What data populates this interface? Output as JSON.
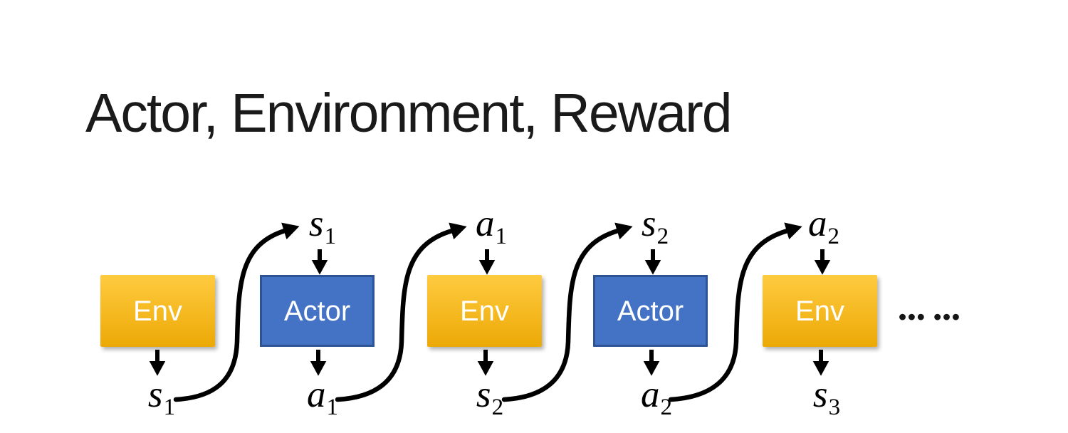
{
  "title": "Actor, Environment, Reward",
  "colors": {
    "env_top": "#FFCB40",
    "env_bottom": "#ECA906",
    "actor_fill": "#4472C4",
    "actor_border": "#2E5394",
    "arrow": "#000000",
    "box_text": "#FFFFFF",
    "title_color": "#1A1A1A",
    "label_color": "#000000"
  },
  "nodes": [
    {
      "label": "Env"
    },
    {
      "label": "Actor"
    },
    {
      "label": "Env"
    },
    {
      "label": "Actor"
    },
    {
      "label": "Env"
    }
  ],
  "top_labels": [
    {
      "base": "s",
      "sub": "1"
    },
    {
      "base": "a",
      "sub": "1"
    },
    {
      "base": "s",
      "sub": "2"
    },
    {
      "base": "a",
      "sub": "2"
    }
  ],
  "bottom_labels": [
    {
      "base": "s",
      "sub": "1"
    },
    {
      "base": "a",
      "sub": "1"
    },
    {
      "base": "s",
      "sub": "2"
    },
    {
      "base": "a",
      "sub": "2"
    },
    {
      "base": "s",
      "sub": "3"
    }
  ],
  "ellipsis": "••• •••"
}
